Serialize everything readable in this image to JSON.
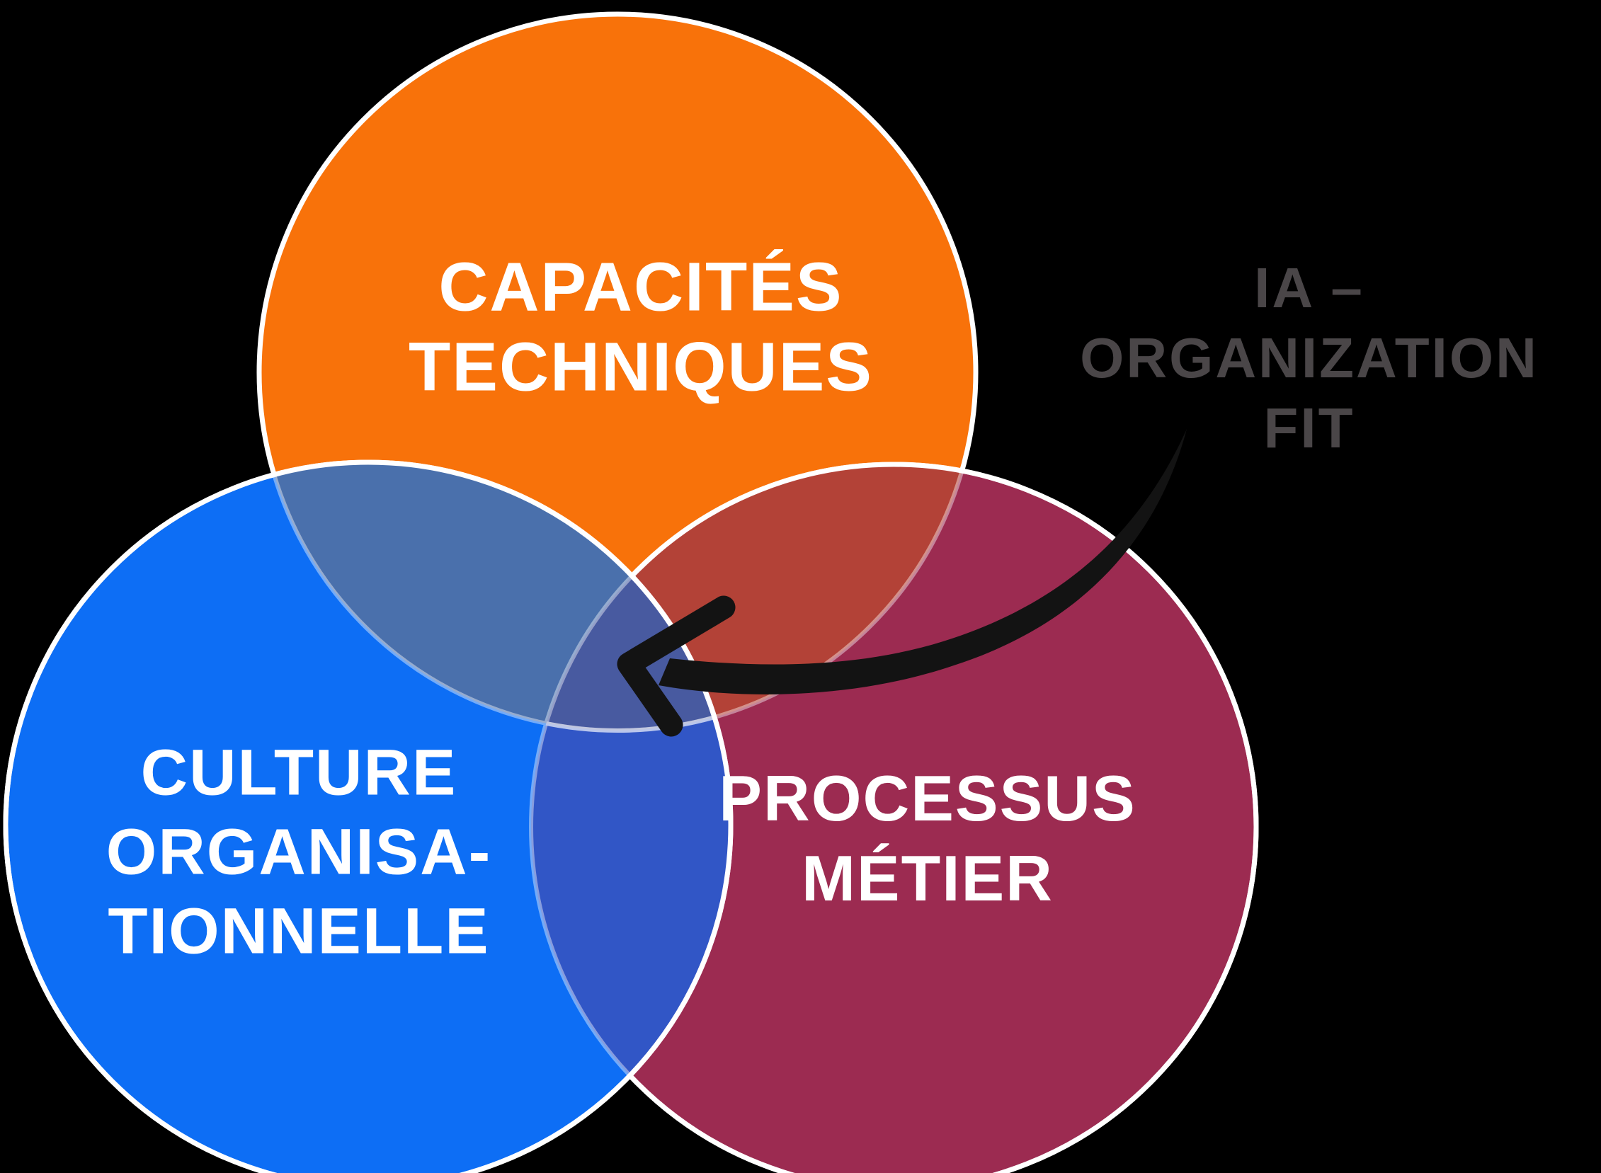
{
  "canvas": {
    "background": "#000000"
  },
  "venn": {
    "stroke_color": "#FFFFFF",
    "circles": {
      "technical": {
        "label": "CAPACITÉS\nTECHNIQUES",
        "fill": "#F8720A",
        "text_color": "#FFFFFF"
      },
      "culture": {
        "label": "CULTURE\nORGANISA-\nTIONNELLE",
        "fill": "#0D6EF5",
        "text_color": "#FFFFFF"
      },
      "process": {
        "label": "PROCESSUS\nMÉTIER",
        "fill": "#9C2B51",
        "text_color": "#FFFFFF"
      }
    },
    "overlaps": {
      "technical_culture": "#4A70AC",
      "technical_process": "#B34237",
      "culture_process": "#3156C6",
      "center": "#485AA0"
    }
  },
  "annotation": {
    "label": "IA –\nORGANIZATION\nFIT",
    "text_color": "#4A4648",
    "arrow_color": "#131313"
  }
}
